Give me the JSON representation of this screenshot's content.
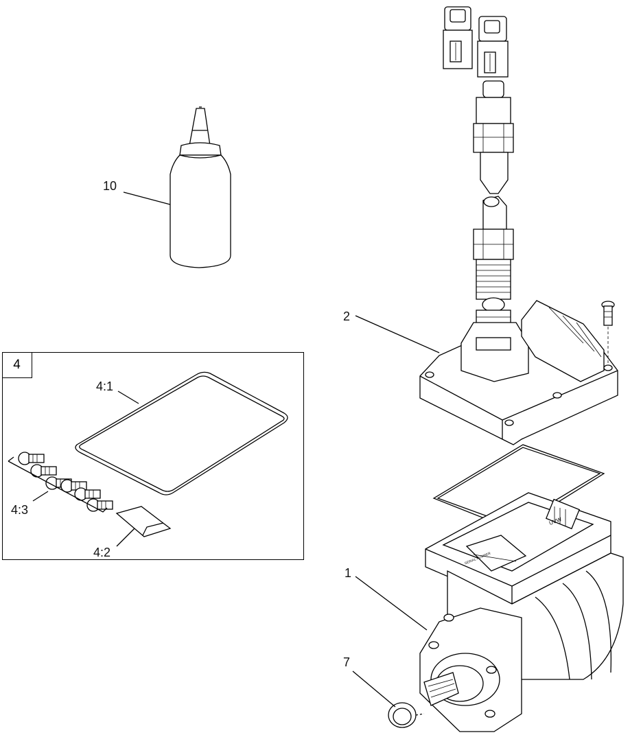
{
  "callouts": {
    "bottle": "10",
    "cover": "2",
    "kit": "4",
    "gasket": "4:1",
    "screws": "4:3",
    "label": "4:2",
    "pump": "1",
    "seal": "7"
  },
  "serial_plate_text": "SERIAL NUMBER",
  "sticker_text": "UVW",
  "colors": {
    "line": "#000000",
    "background": "#ffffff"
  }
}
